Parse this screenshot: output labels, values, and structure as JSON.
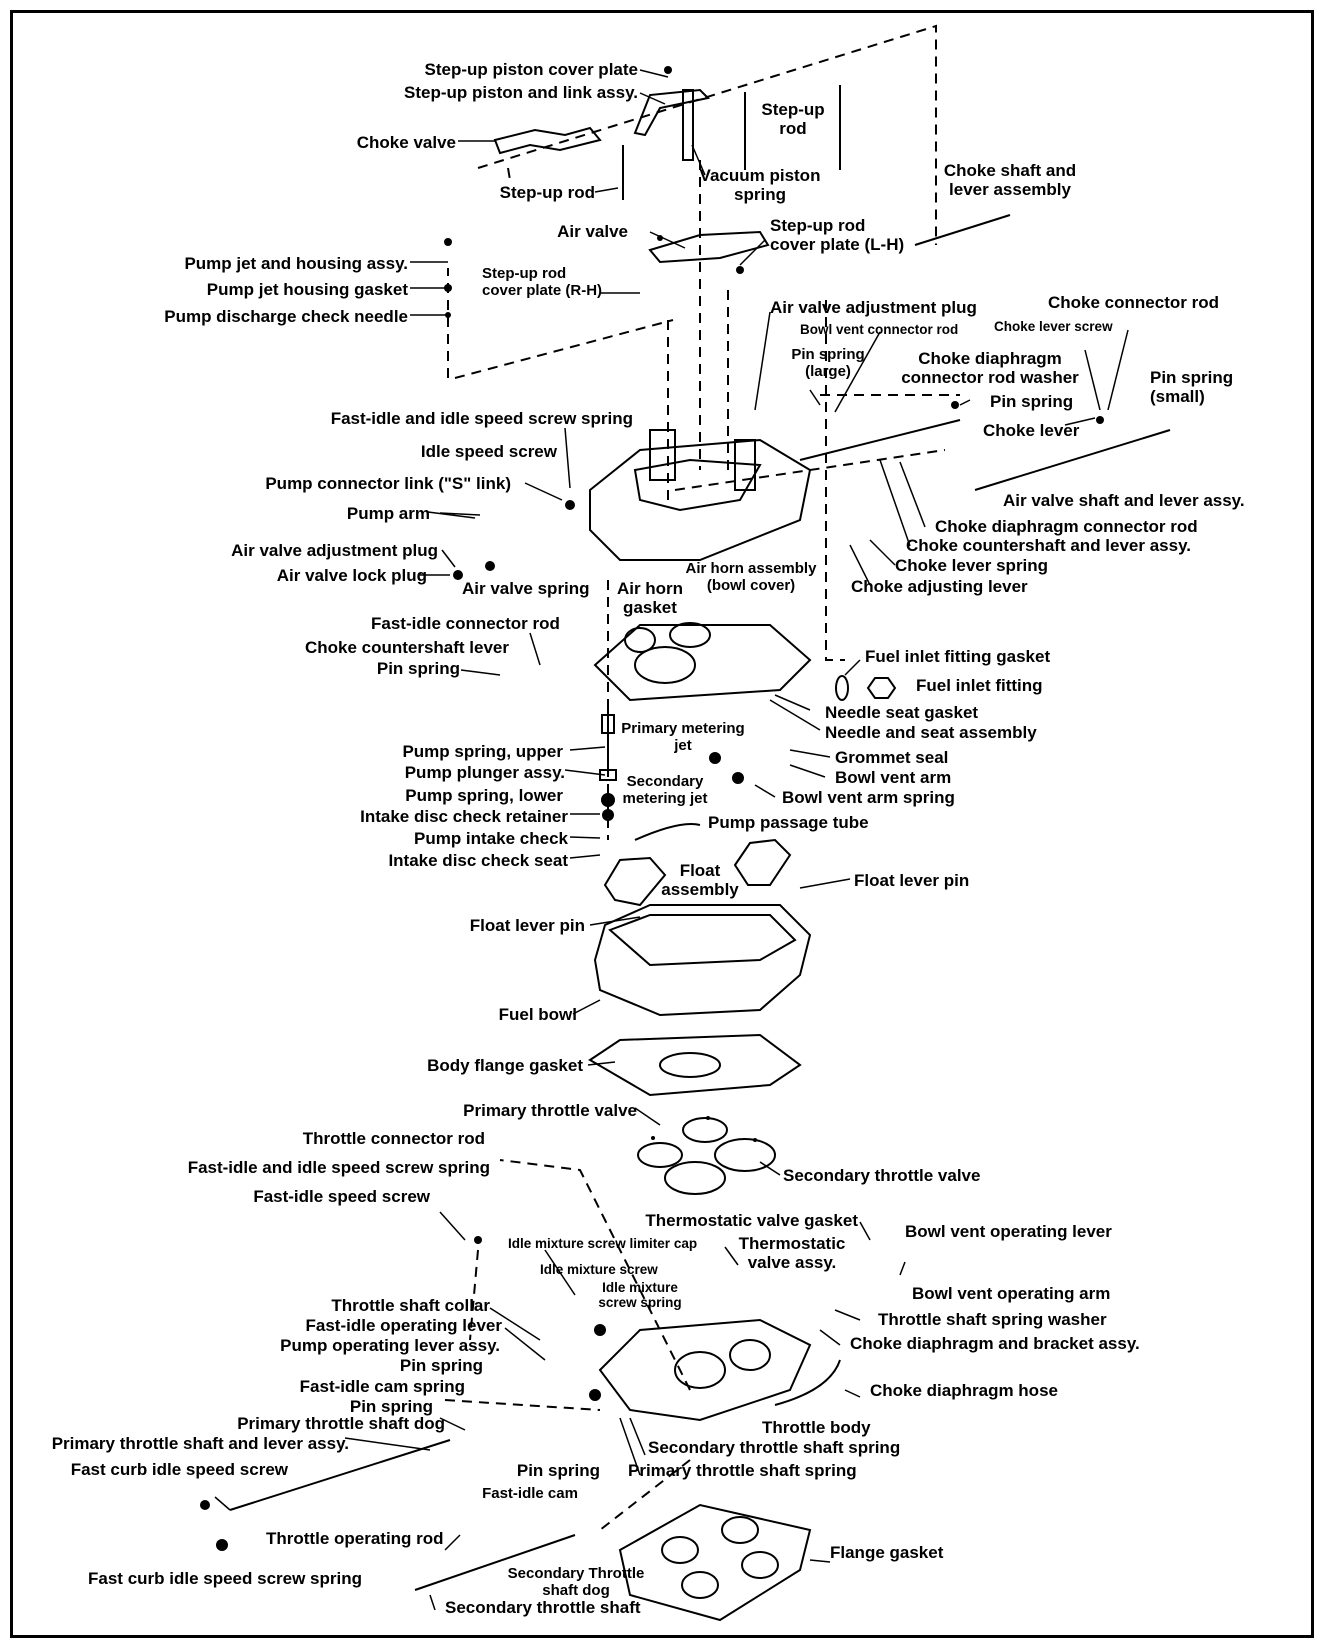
{
  "labels": {
    "step_up_piston_cover_plate": "Step-up piston cover plate",
    "step_up_piston_and_link_assy": "Step-up piston and link assy.",
    "step_up_rod_top_1": "Step-up",
    "step_up_rod_top_2": "rod",
    "choke_valve": "Choke valve",
    "vacuum_piston_spring_1": "Vacuum piston",
    "vacuum_piston_spring_2": "spring",
    "step_up_rod_left": "Step-up rod",
    "choke_shaft_and_lever_assembly_1": "Choke shaft and",
    "choke_shaft_and_lever_assembly_2": "lever assembly",
    "air_valve": "Air valve",
    "step_up_rod_cover_plate_lh_1": "Step-up rod",
    "step_up_rod_cover_plate_lh_2": "cover plate (L-H)",
    "pump_jet_and_housing_assy": "Pump jet and housing assy.",
    "step_up_rod_cover_plate_rh_1": "Step-up rod",
    "step_up_rod_cover_plate_rh_2": "cover plate (R-H)",
    "pump_jet_housing_gasket": "Pump jet housing gasket",
    "pump_discharge_check_needle": "Pump discharge check needle",
    "air_valve_adjustment_plug_top": "Air valve adjustment plug",
    "choke_connector_rod": "Choke connector rod",
    "bowl_vent_connector_rod": "Bowl vent connector rod",
    "choke_lever_screw": "Choke lever screw",
    "pin_spring_large_1": "Pin spring",
    "pin_spring_large_2": "(large)",
    "choke_diaphragm_connector_rod_washer_1": "Choke diaphragm",
    "choke_diaphragm_connector_rod_washer_2": "connector rod washer",
    "pin_spring_small_1": "Pin spring",
    "pin_spring_small_2": "(small)",
    "pin_spring_mid": "Pin spring",
    "fast_idle_and_idle_speed_screw_spring_top": "Fast-idle and idle speed screw spring",
    "choke_lever": "Choke lever",
    "idle_speed_screw": "Idle speed screw",
    "pump_connector_link": "Pump connector link (\"S\" link)",
    "air_valve_shaft_and_lever_assy": "Air valve shaft and lever assy.",
    "pump_arm": "Pump arm",
    "choke_diaphragm_connector_rod": "Choke diaphragm connector rod",
    "choke_countershaft_and_lever_assy": "Choke countershaft and lever assy.",
    "air_valve_adjustment_plug_mid": "Air valve adjustment plug",
    "choke_lever_spring": "Choke lever spring",
    "air_horn_assembly_1": "Air horn assembly",
    "air_horn_assembly_2": "(bowl cover)",
    "air_valve_lock_plug": "Air valve lock plug",
    "air_valve_spring": "Air valve spring",
    "air_horn_gasket_1": "Air horn",
    "air_horn_gasket_2": "gasket",
    "choke_adjusting_lever": "Choke adjusting lever",
    "fast_idle_connector_rod": "Fast-idle connector rod",
    "choke_countershaft_lever": "Choke countershaft lever",
    "fuel_inlet_fitting_gasket": "Fuel inlet fitting gasket",
    "pin_spring_left": "Pin spring",
    "fuel_inlet_fitting": "Fuel inlet fitting",
    "needle_seat_gasket": "Needle seat gasket",
    "primary_metering_jet_1": "Primary metering",
    "primary_metering_jet_2": "jet",
    "needle_and_seat_assembly": "Needle and seat assembly",
    "pump_spring_upper": "Pump spring, upper",
    "grommet_seal": "Grommet seal",
    "pump_plunger_assy": "Pump plunger assy.",
    "secondary_metering_jet_1": "Secondary",
    "secondary_metering_jet_2": "metering jet",
    "bowl_vent_arm": "Bowl vent arm",
    "pump_spring_lower": "Pump spring, lower",
    "bowl_vent_arm_spring": "Bowl vent arm spring",
    "intake_disc_check_retainer": "Intake disc check retainer",
    "pump_passage_tube": "Pump passage tube",
    "pump_intake_check": "Pump intake check",
    "intake_disc_check_seat": "Intake disc check seat",
    "float_assembly_1": "Float",
    "float_assembly_2": "assembly",
    "float_lever_pin_right": "Float lever pin",
    "float_lever_pin_left": "Float lever pin",
    "fuel_bowl": "Fuel bowl",
    "body_flange_gasket": "Body flange gasket",
    "primary_throttle_valve": "Primary throttle valve",
    "throttle_connector_rod": "Throttle connector rod",
    "fast_idle_and_idle_speed_screw_spring_bottom": "Fast-idle and idle speed screw spring",
    "secondary_throttle_valve": "Secondary throttle valve",
    "fast_idle_speed_screw": "Fast-idle speed screw",
    "thermostatic_valve_gasket": "Thermostatic valve gasket",
    "bowl_vent_operating_lever": "Bowl vent operating lever",
    "idle_mixture_screw_limiter_cap": "Idle mixture screw limiter cap",
    "thermostatic_valve_assy_1": "Thermostatic",
    "thermostatic_valve_assy_2": "valve assy.",
    "idle_mixture_screw": "Idle mixture screw",
    "bowl_vent_operating_arm": "Bowl vent operating arm",
    "idle_mixture_screw_spring_1": "Idle mixture",
    "idle_mixture_screw_spring_2": "screw spring",
    "throttle_shaft_collar": "Throttle shaft collar",
    "throttle_shaft_spring_washer": "Throttle shaft spring washer",
    "fast_idle_operating_lever": "Fast-idle operating lever",
    "choke_diaphragm_and_bracket_assy": "Choke diaphragm and bracket assy.",
    "pump_operating_lever_assy": "Pump operating lever assy.",
    "pin_spring_lower_1": "Pin spring",
    "fast_idle_cam_spring": "Fast-idle cam spring",
    "choke_diaphragm_hose": "Choke diaphragm hose",
    "pin_spring_lower_2": "Pin spring",
    "throttle_body": "Throttle body",
    "primary_throttle_shaft_dog": "Primary throttle shaft dog",
    "secondary_throttle_shaft_spring": "Secondary throttle shaft spring",
    "primary_throttle_shaft_and_lever_assy": "Primary throttle shaft and lever assy.",
    "pin_spring_lower_3": "Pin spring",
    "primary_throttle_shaft_spring": "Primary throttle shaft spring",
    "fast_curb_idle_speed_screw": "Fast curb idle speed screw",
    "fast_idle_cam": "Fast-idle cam",
    "throttle_operating_rod": "Throttle operating rod",
    "flange_gasket": "Flange gasket",
    "secondary_throttle_shaft_dog_1": "Secondary Throttle",
    "secondary_throttle_shaft_dog_2": "shaft dog",
    "fast_curb_idle_speed_screw_spring": "Fast curb idle speed screw spring",
    "secondary_throttle_shaft": "Secondary throttle shaft"
  }
}
